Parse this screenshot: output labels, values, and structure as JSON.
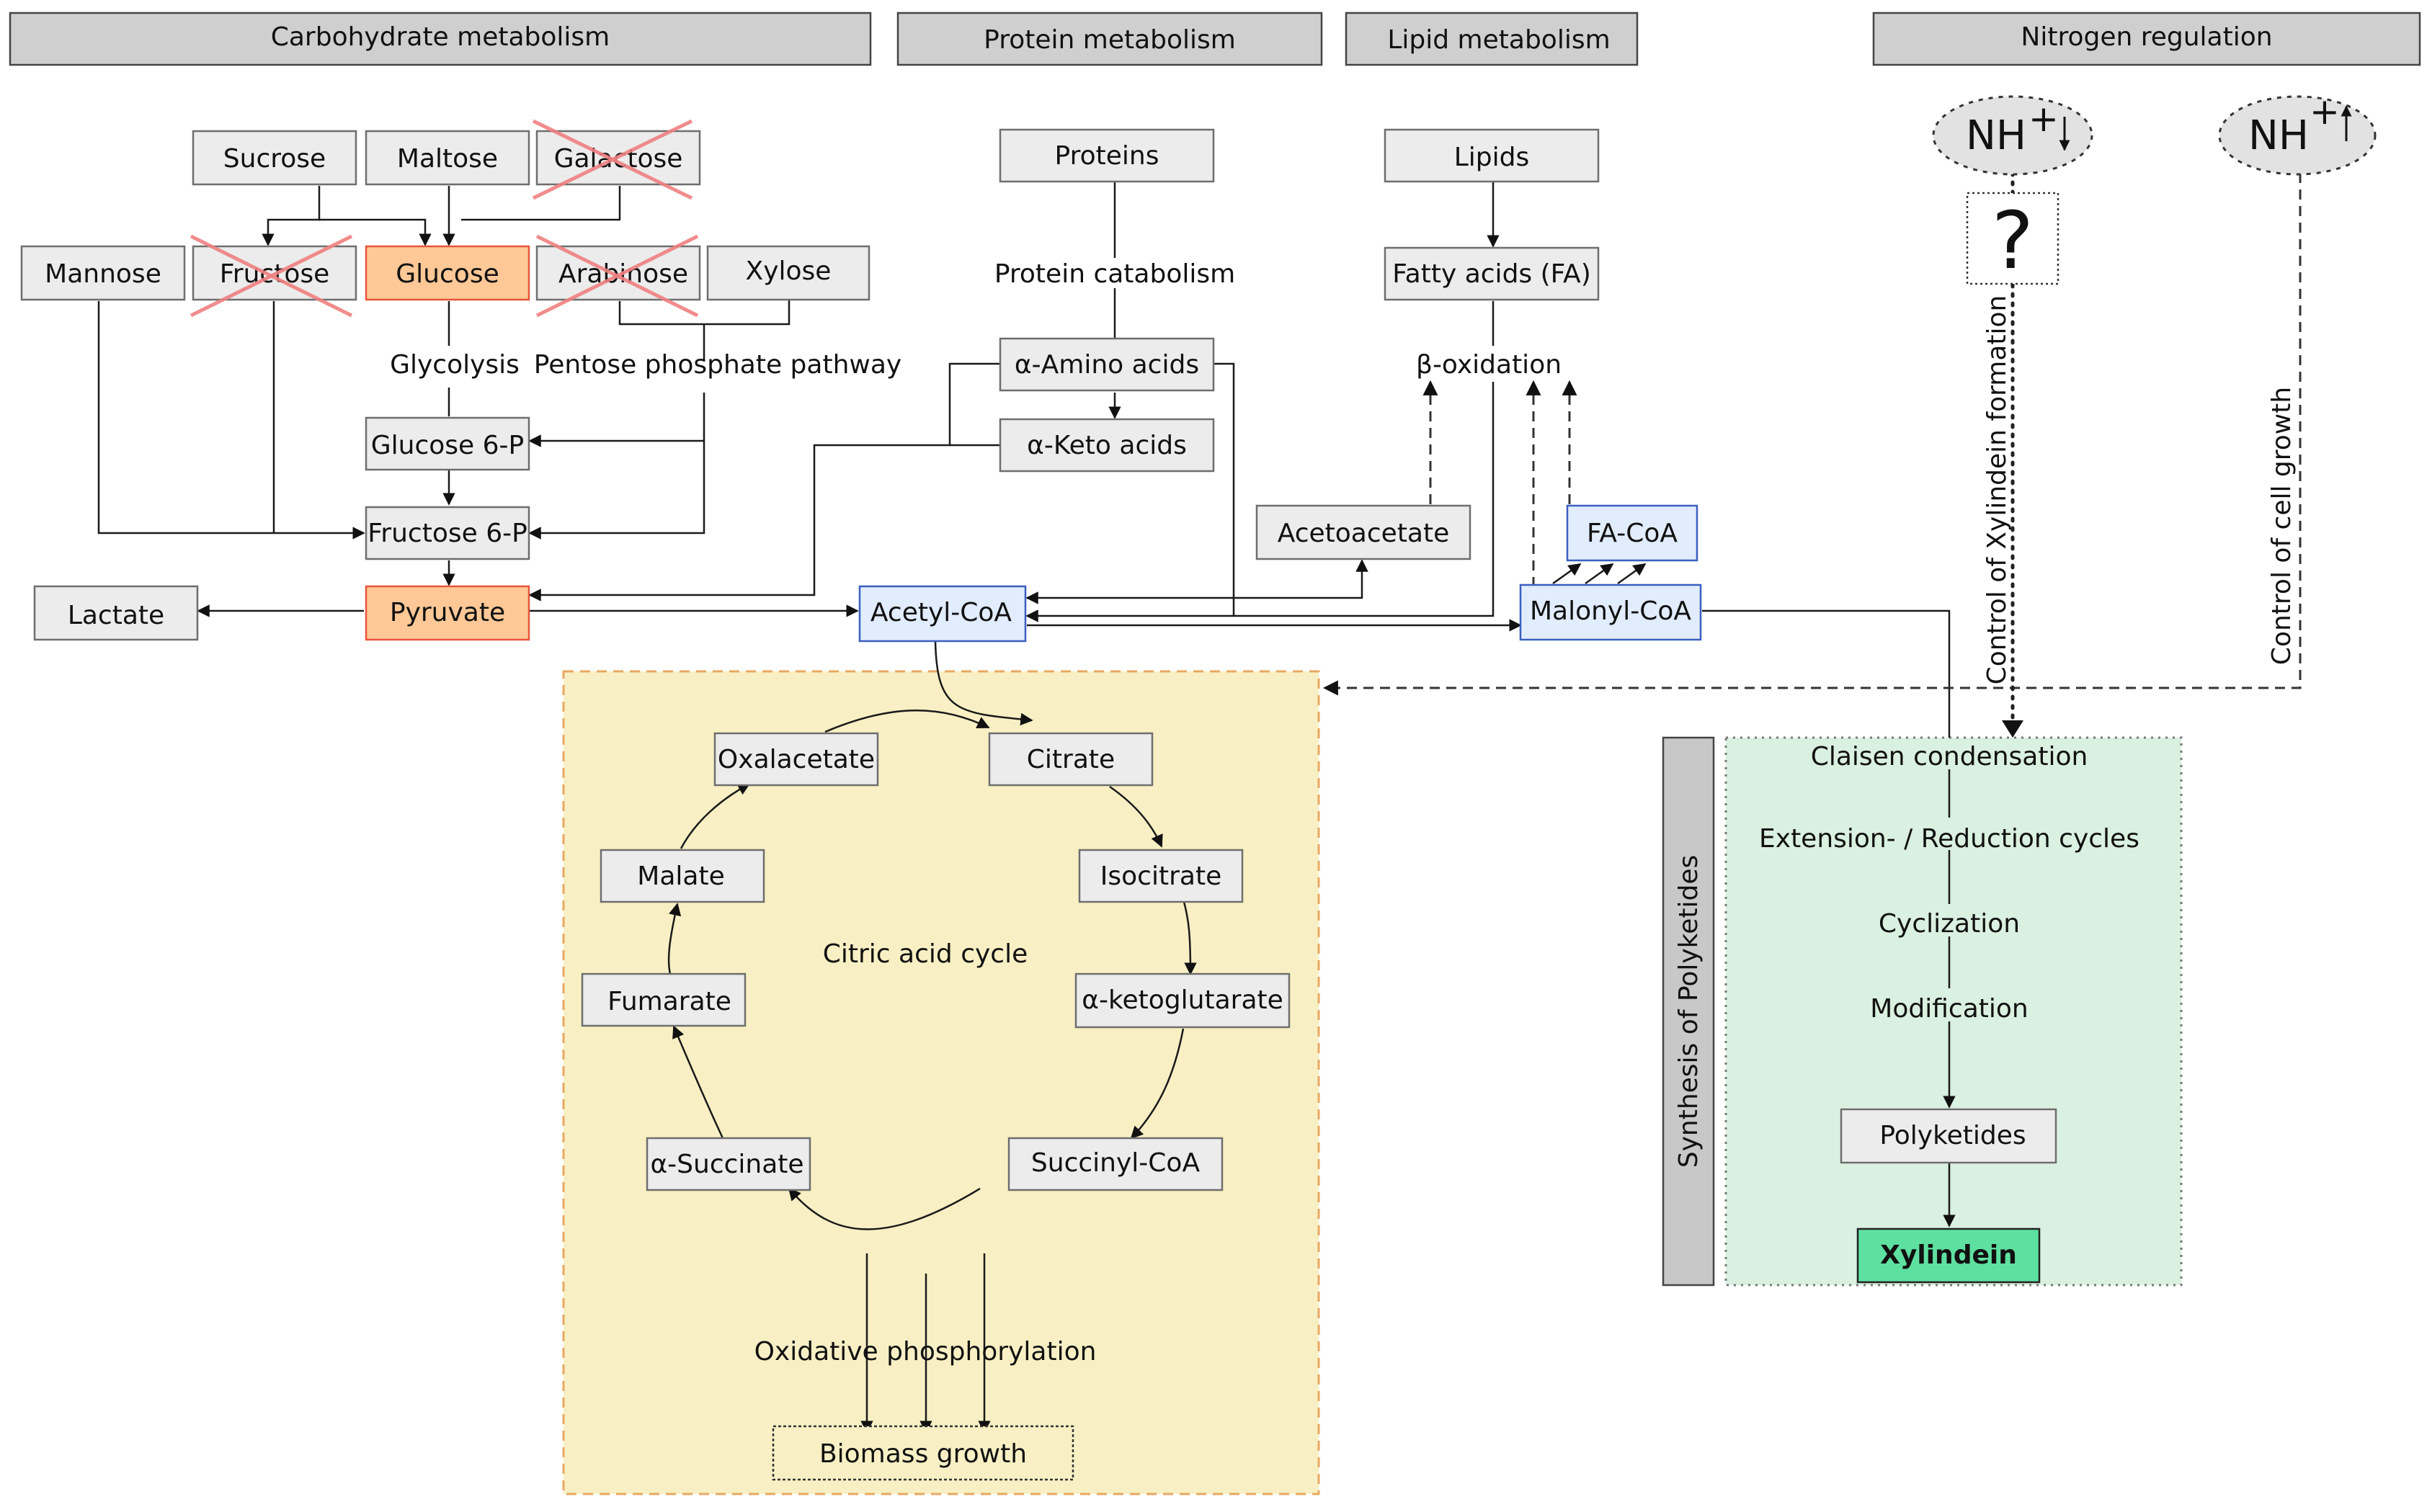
{
  "headers": {
    "carbohydrate": "Carbohydrate metabolism",
    "protein": "Protein metabolism",
    "lipid": "Lipid metabolism",
    "nitrogen": "Nitrogen regulation"
  },
  "carbs": {
    "sucrose": "Sucrose",
    "maltose": "Maltose",
    "galactose": "Galactose",
    "mannose": "Mannose",
    "fructose": "Fructose",
    "glucose": "Glucose",
    "arabinose": "Arabinose",
    "xylose": "Xylose",
    "glycolysis": "Glycolysis",
    "ppp": "Pentose phosphate pathway",
    "glucose6p": "Glucose 6-P",
    "fructose6p": "Fructose 6-P",
    "pyruvate": "Pyruvate",
    "lactate": "Lactate"
  },
  "protein": {
    "proteins": "Proteins",
    "catabolism": "Protein catabolism",
    "amino": "α-Amino acids",
    "keto": "α-Keto acids"
  },
  "lipid": {
    "lipids": "Lipids",
    "fatty_acids": "Fatty acids (FA)",
    "beta_oxidation": "β-oxidation",
    "acetoacetate": "Acetoacetate",
    "fa_coa": "FA-CoA",
    "malonyl_coa": "Malonyl-CoA"
  },
  "acetyl_coa": "Acetyl-CoA",
  "tca": {
    "title": "Citric acid cycle",
    "citrate": "Citrate",
    "isocitrate": "Isocitrate",
    "ketoglutarate": "α-ketoglutarate",
    "succinyl_coa": "Succinyl-CoA",
    "succinate": "α-Succinate",
    "fumarate": "Fumarate",
    "malate": "Malate",
    "oxalacetate": "Oxalacetate",
    "oxphos": "Oxidative phosphorylation",
    "biomass": "Biomass growth"
  },
  "nitrogen": {
    "nh_down": "NH",
    "nh_up": "NH",
    "plus": "+",
    "question": "?",
    "control_xylindein": "Control of  Xylindein formation",
    "control_growth": "Control of cell growth"
  },
  "polyketides": {
    "side_label": "Synthesis of Polyketides",
    "claisen": "Claisen condensation",
    "extension": "Extension- / Reduction cycles",
    "cyclization": "Cyclization",
    "modification": "Modification",
    "polyketides": "Polyketides",
    "xylindein": "Xylindein"
  },
  "colors": {
    "highlight_orange": "#ffc896",
    "highlight_orange_border": "#e8543a",
    "coa_blue": "#e1ecfc",
    "coa_blue_border": "#3b5fc0",
    "tca_fill": "#f8f0c4",
    "tca_border": "#e8a860",
    "pk_fill": "#daf0e0",
    "xylindein_fill": "#5ee0a0",
    "strike": "#f08080"
  }
}
